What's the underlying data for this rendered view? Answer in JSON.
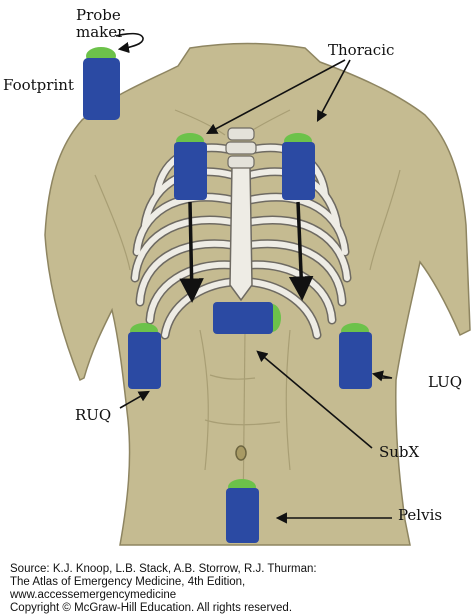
{
  "labels": {
    "probe_maker": [
      "Probe",
      "maker"
    ],
    "footprint": "Footprint",
    "thoracic": "Thoracic",
    "ruq": "RUQ",
    "luq": "LUQ",
    "subx": "SubX",
    "pelvis": "Pelvis"
  },
  "source": {
    "line1": "Source: K.J. Knoop, L.B. Stack, A.B. Storrow, R.J. Thurman:",
    "line2": "The Atlas of Emergency Medicine, 4th Edition,",
    "line3": "www.accessemergencymedicine",
    "line4": "Copyright © McGraw-Hill Education. All rights reserved."
  },
  "colors": {
    "torso": "#c5bb91",
    "torso_edge": "#8e8561",
    "probe": "#2b4aa3",
    "probe_marker": "#6cc24a",
    "bone": "#eeece5"
  }
}
